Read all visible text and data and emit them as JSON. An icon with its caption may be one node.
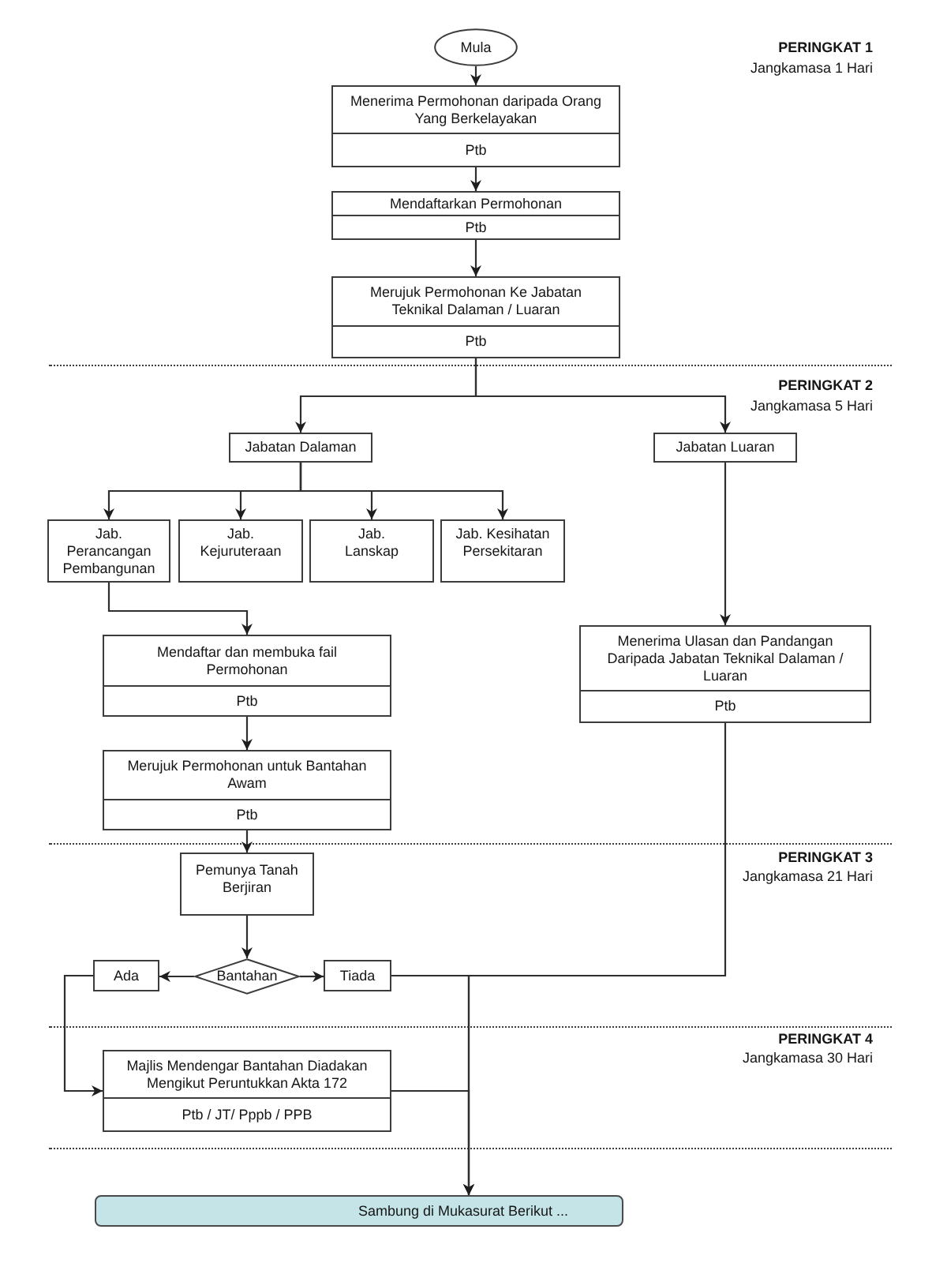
{
  "diagram": {
    "nodes": [
      {
        "text": [
          "Mula"
        ]
      },
      {
        "text": [
          "Menerima Permohonan daripada Orang Yang Berkelayakan",
          "Ptb"
        ]
      },
      {
        "text": [
          "Mendaftarkan Permohonan",
          "Ptb"
        ]
      },
      {
        "text": [
          "Merujuk Permohonan Ke Jabatan Teknikal Dalaman / Luaran",
          "Ptb"
        ]
      },
      {
        "text": [
          "Jabatan Dalaman"
        ]
      },
      {
        "text": [
          "Jabatan Luaran"
        ]
      },
      {
        "text": [
          "Jab. Perancangan Pembangunan"
        ]
      },
      {
        "text": [
          "Jab. Kejuruteraan"
        ]
      },
      {
        "text": [
          "Jab. Lanskap"
        ]
      },
      {
        "text": [
          "Jab. Kesihatan Persekitaran"
        ]
      },
      {
        "text": [
          "Mendaftar dan membuka fail Permohonan",
          "Ptb"
        ]
      },
      {
        "text": [
          "Menerima Ulasan dan Pandangan Daripada Jabatan Teknikal Dalaman / Luaran",
          "Ptb"
        ]
      },
      {
        "text": [
          "Merujuk Permohonan untuk Bantahan Awam",
          "Ptb"
        ]
      },
      {
        "text": [
          "Pemunya Tanah Berjiran"
        ]
      },
      {
        "text": [
          "Ada"
        ]
      },
      {
        "text": [
          "Bantahan"
        ]
      },
      {
        "text": [
          "Tiada"
        ]
      },
      {
        "text": [
          "Majlis Mendengar Bantahan Diadakan Mengikut Peruntukkan Akta 172",
          "Ptb / JT/ Pppb / PPB"
        ]
      },
      {
        "text": [
          "Sambung di Mukasurat Berikut ..."
        ]
      }
    ],
    "edges": [
      {
        "from": 0,
        "to": 1,
        "arrow": "to"
      },
      {
        "from": 1,
        "to": 2,
        "arrow": "to"
      },
      {
        "from": 2,
        "to": 3,
        "arrow": "to"
      },
      {
        "from": 3,
        "to": 4,
        "arrow": "to"
      },
      {
        "from": 3,
        "to": 5,
        "arrow": "to"
      },
      {
        "from": 4,
        "to": 6,
        "arrow": "to"
      },
      {
        "from": 4,
        "to": 7,
        "arrow": "to"
      },
      {
        "from": 4,
        "to": 8,
        "arrow": "to"
      },
      {
        "from": 4,
        "to": 9,
        "arrow": "to"
      },
      {
        "from": 5,
        "to": 11,
        "arrow": "to"
      },
      {
        "from": 6,
        "to": 10,
        "arrow": "to"
      },
      {
        "from": 10,
        "to": 12,
        "arrow": "to"
      },
      {
        "from": 12,
        "to": 13,
        "arrow": "to"
      },
      {
        "from": 13,
        "to": 15,
        "arrow": "to"
      },
      {
        "from": 15,
        "to": 14,
        "arrow": "to"
      },
      {
        "from": 15,
        "to": 16,
        "arrow": "to"
      },
      {
        "from": 14,
        "to": 17,
        "arrow": "to"
      },
      {
        "from": 16,
        "to": 18,
        "arrow": "to"
      },
      {
        "from": 17,
        "to": 18,
        "arrow": "to"
      },
      {
        "from": 11,
        "to": 18,
        "arrow": "to"
      }
    ],
    "labels": [
      "PERINGKAT 1",
      "Jangkamasa 1 Hari",
      "PERINGKAT 2",
      "Jangkamasa 5 Hari",
      "PERINGKAT 3",
      "Jangkamasa 21 Hari",
      "PERINGKAT 4",
      "Jangkamasa 30 Hari"
    ]
  }
}
